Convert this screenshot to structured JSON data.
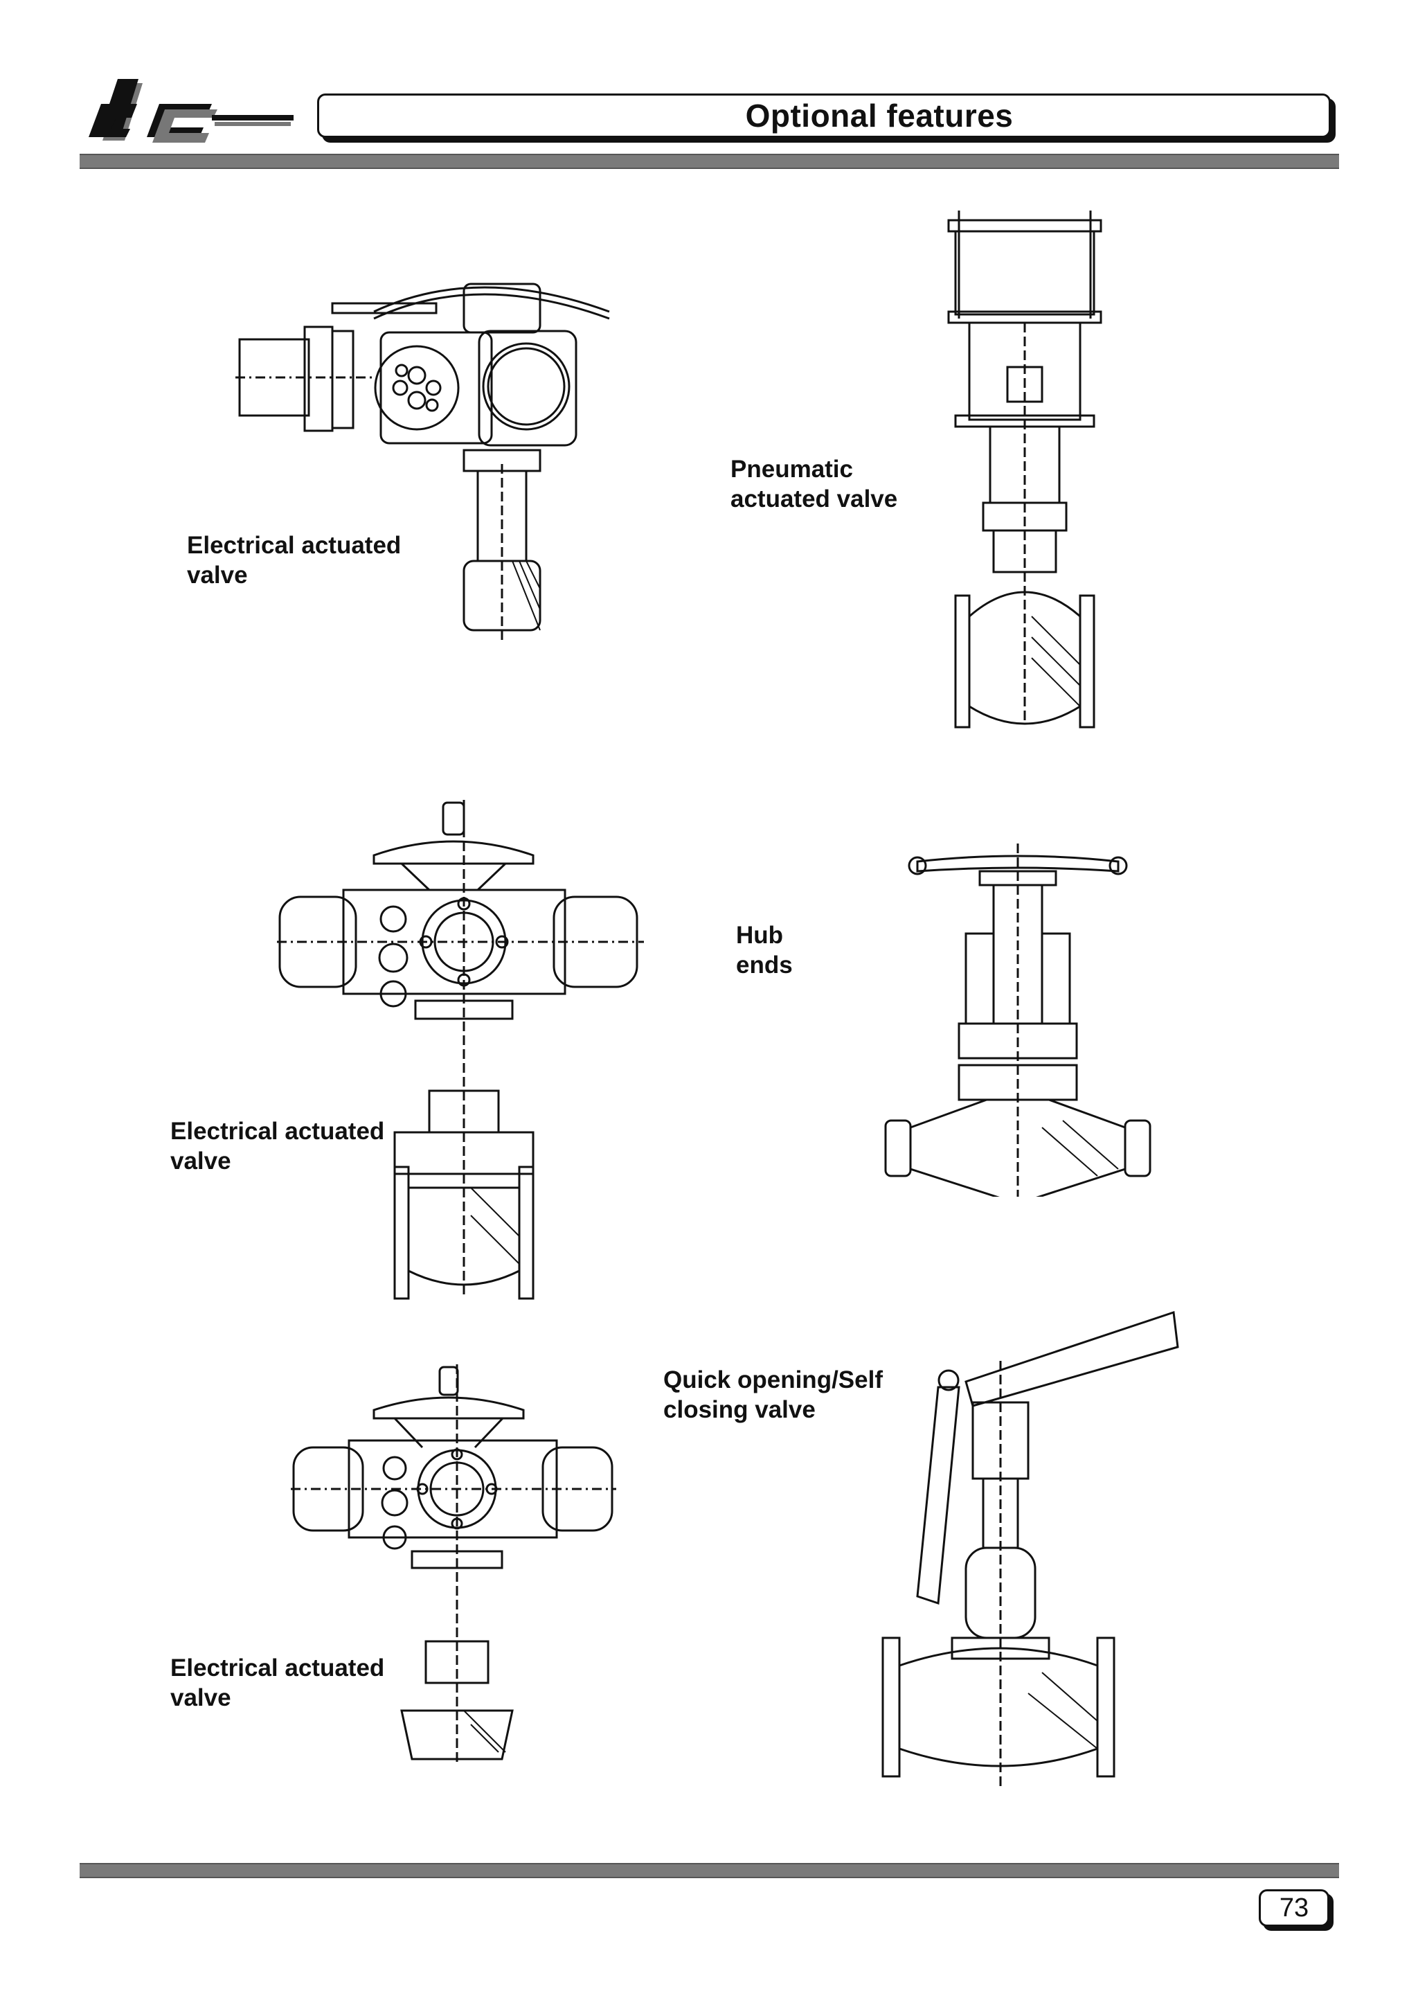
{
  "header": {
    "logo_text": "dc",
    "title": "Optional features"
  },
  "captions": {
    "electrical_1": [
      "Electrical actuated",
      "valve"
    ],
    "pneumatic": [
      "Pneumatic",
      "actuated  valve"
    ],
    "electrical_2": [
      "Electrical actuated",
      "valve"
    ],
    "hub": [
      "Hub",
      "ends"
    ],
    "electrical_3": [
      "Electrical actuated",
      "valve"
    ],
    "quick": [
      "Quick opening/Self",
      "closing valve"
    ]
  },
  "drawings": [
    {
      "id": "electrical-actuated-valve-1",
      "icon": "electrical-actuated-valve-drawing"
    },
    {
      "id": "pneumatic-actuated-valve",
      "icon": "pneumatic-actuated-valve-drawing"
    },
    {
      "id": "electrical-actuated-valve-2",
      "icon": "electrical-actuated-valve-drawing"
    },
    {
      "id": "hub-ends-valve",
      "icon": "hub-ends-valve-drawing"
    },
    {
      "id": "electrical-actuated-valve-3",
      "icon": "electrical-actuated-valve-drawing"
    },
    {
      "id": "quick-opening-self-closing-valve",
      "icon": "quick-opening-valve-drawing"
    }
  ],
  "footer": {
    "page_number": "73"
  }
}
